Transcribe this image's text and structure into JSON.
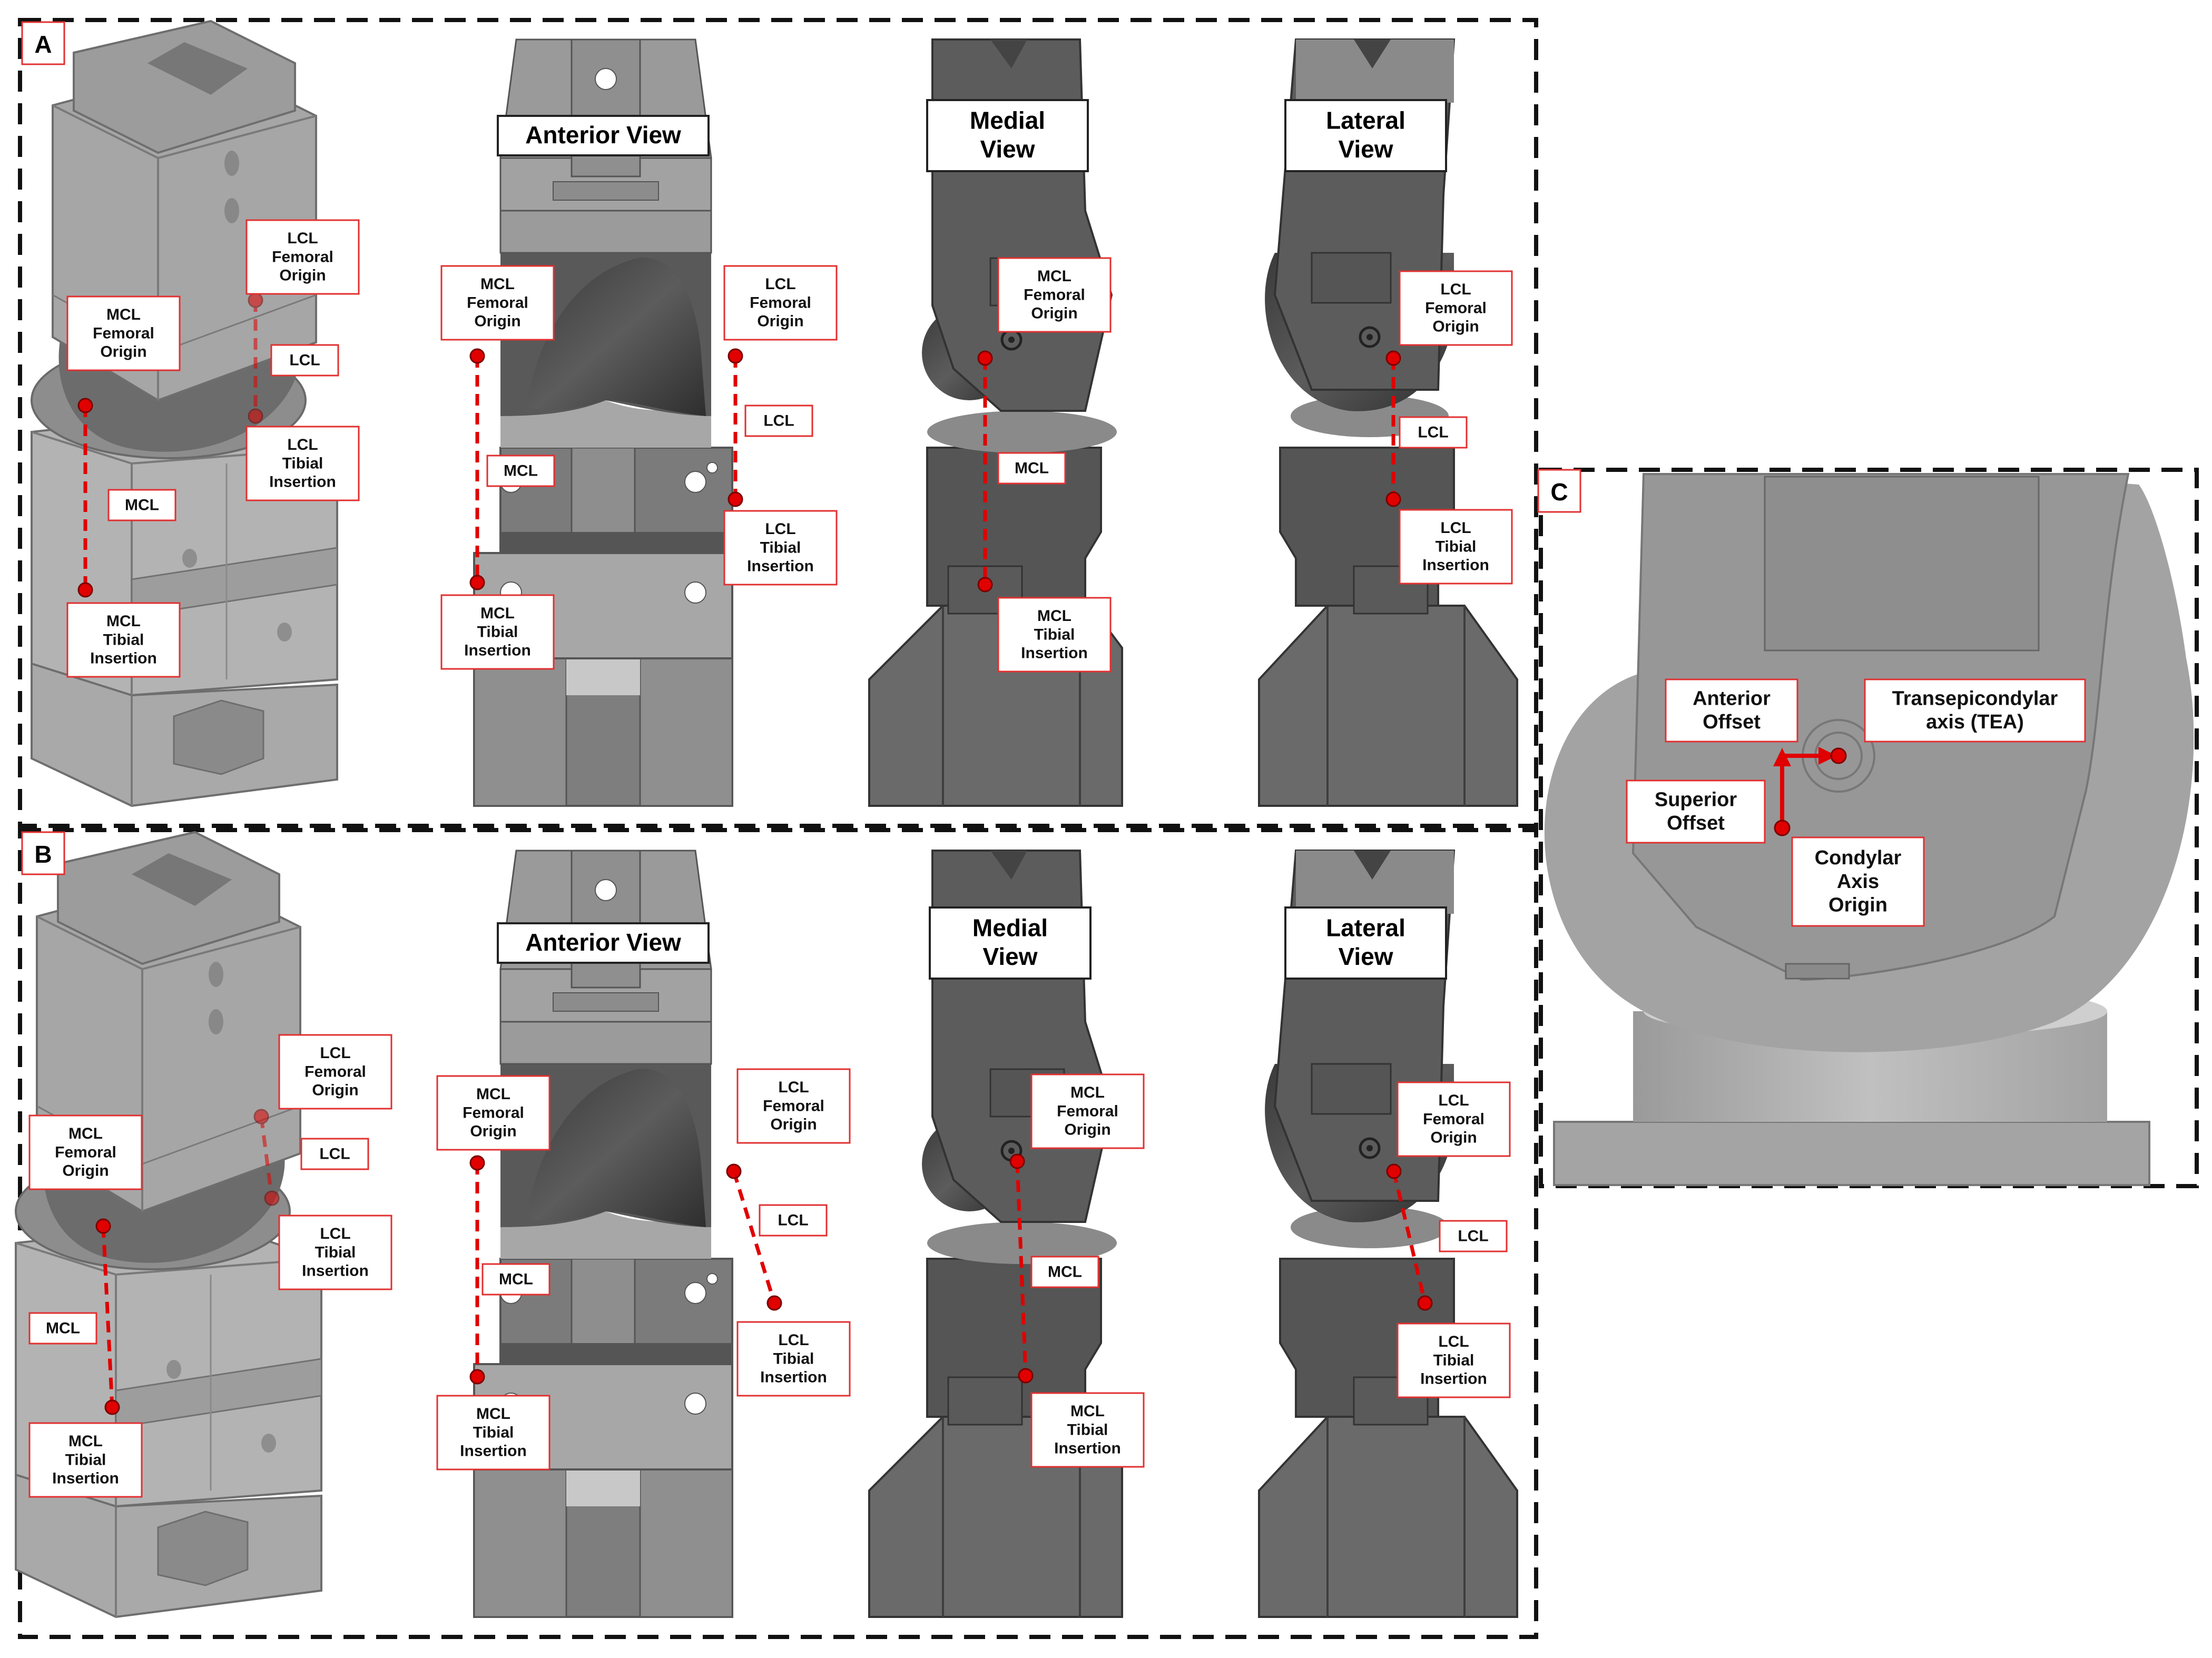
{
  "panels": [
    {
      "id": "A",
      "letter": "A"
    },
    {
      "id": "B",
      "letter": "B"
    },
    {
      "id": "C",
      "letter": "C"
    }
  ],
  "view_titles": {
    "anterior": [
      "Anterior View"
    ],
    "medial": [
      "Medial",
      "View"
    ],
    "lateral": [
      "Lateral",
      "View"
    ]
  },
  "labels": {
    "mcl_femoral_origin": [
      "MCL",
      "Femoral",
      "Origin"
    ],
    "lcl_femoral_origin": [
      "LCL",
      "Femoral",
      "Origin"
    ],
    "mcl_tibial_insertion": [
      "MCL",
      "Tibial",
      "Insertion"
    ],
    "lcl_tibial_insertion": [
      "LCL",
      "Tibial",
      "Insertion"
    ],
    "mcl": [
      "MCL"
    ],
    "lcl": [
      "LCL"
    ],
    "anterior_offset": [
      "Anterior",
      "Offset"
    ],
    "superior_offset": [
      "Superior",
      "Offset"
    ],
    "tea": [
      "Transepicondylar",
      "axis (TEA)"
    ],
    "condylar_axis_origin": [
      "Condylar",
      "Axis",
      "Origin"
    ]
  },
  "colors": {
    "ligament": "#e00000",
    "label_border": "#e23030",
    "panel_border": "#111111",
    "dark_part": "#5f5f5f",
    "light_part": "#9a9a9a"
  }
}
